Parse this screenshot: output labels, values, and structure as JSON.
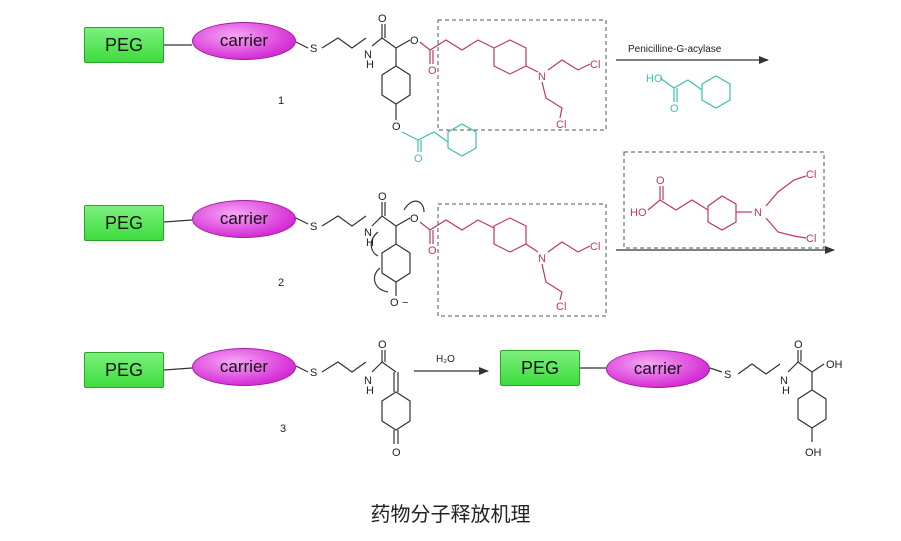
{
  "blocks": {
    "peg": "PEG",
    "carrier": "carrier"
  },
  "compound_numbers": {
    "c1": "1",
    "c2": "2",
    "c3": "3"
  },
  "atoms": {
    "s": "S",
    "nh": "N",
    "h": "H",
    "o": "O",
    "n": "N",
    "cl": "Cl",
    "ho": "HO",
    "oh": "OH",
    "minus": "−"
  },
  "reagents": {
    "enzyme": "Penicilline-G-acylase",
    "water": "H₂O"
  },
  "caption": "药物分子释放机理",
  "colors": {
    "drug": "#c0395a",
    "acyl": "#3fbfb0",
    "bond": "#333333",
    "box": "#555555"
  }
}
